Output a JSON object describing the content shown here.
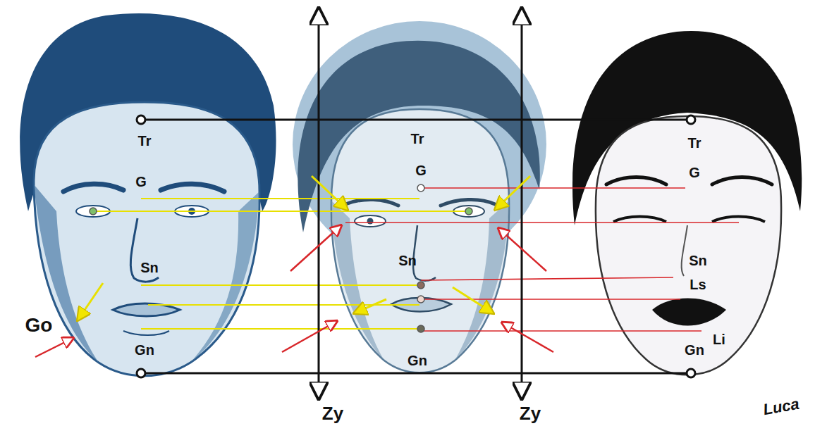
{
  "diagram": {
    "labels": [
      "Tr",
      "G",
      "Sn",
      "Go",
      "Gn",
      "Tr",
      "G",
      "Sn",
      "Gn",
      "Tr",
      "G",
      "Sn",
      "Ls",
      "Li",
      "Gn",
      "Zy",
      "Zy",
      "Luca"
    ]
  }
}
